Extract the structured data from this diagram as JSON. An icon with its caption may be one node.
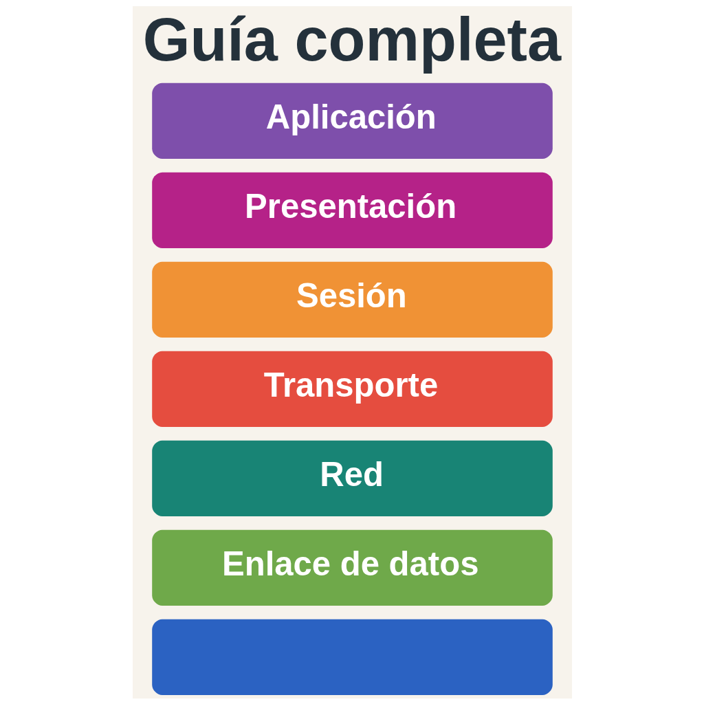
{
  "diagram": {
    "title": "Guía completa",
    "nodes": [
      {
        "text": [
          "Aplicación"
        ]
      },
      {
        "text": [
          "Presentación"
        ]
      },
      {
        "text": [
          "Sesión"
        ]
      },
      {
        "text": [
          "Transporte"
        ]
      },
      {
        "text": [
          "Red"
        ]
      },
      {
        "text": [
          "Enlace de datos"
        ]
      },
      {
        "text": [],
        "shape": "box"
      }
    ],
    "edges": []
  }
}
